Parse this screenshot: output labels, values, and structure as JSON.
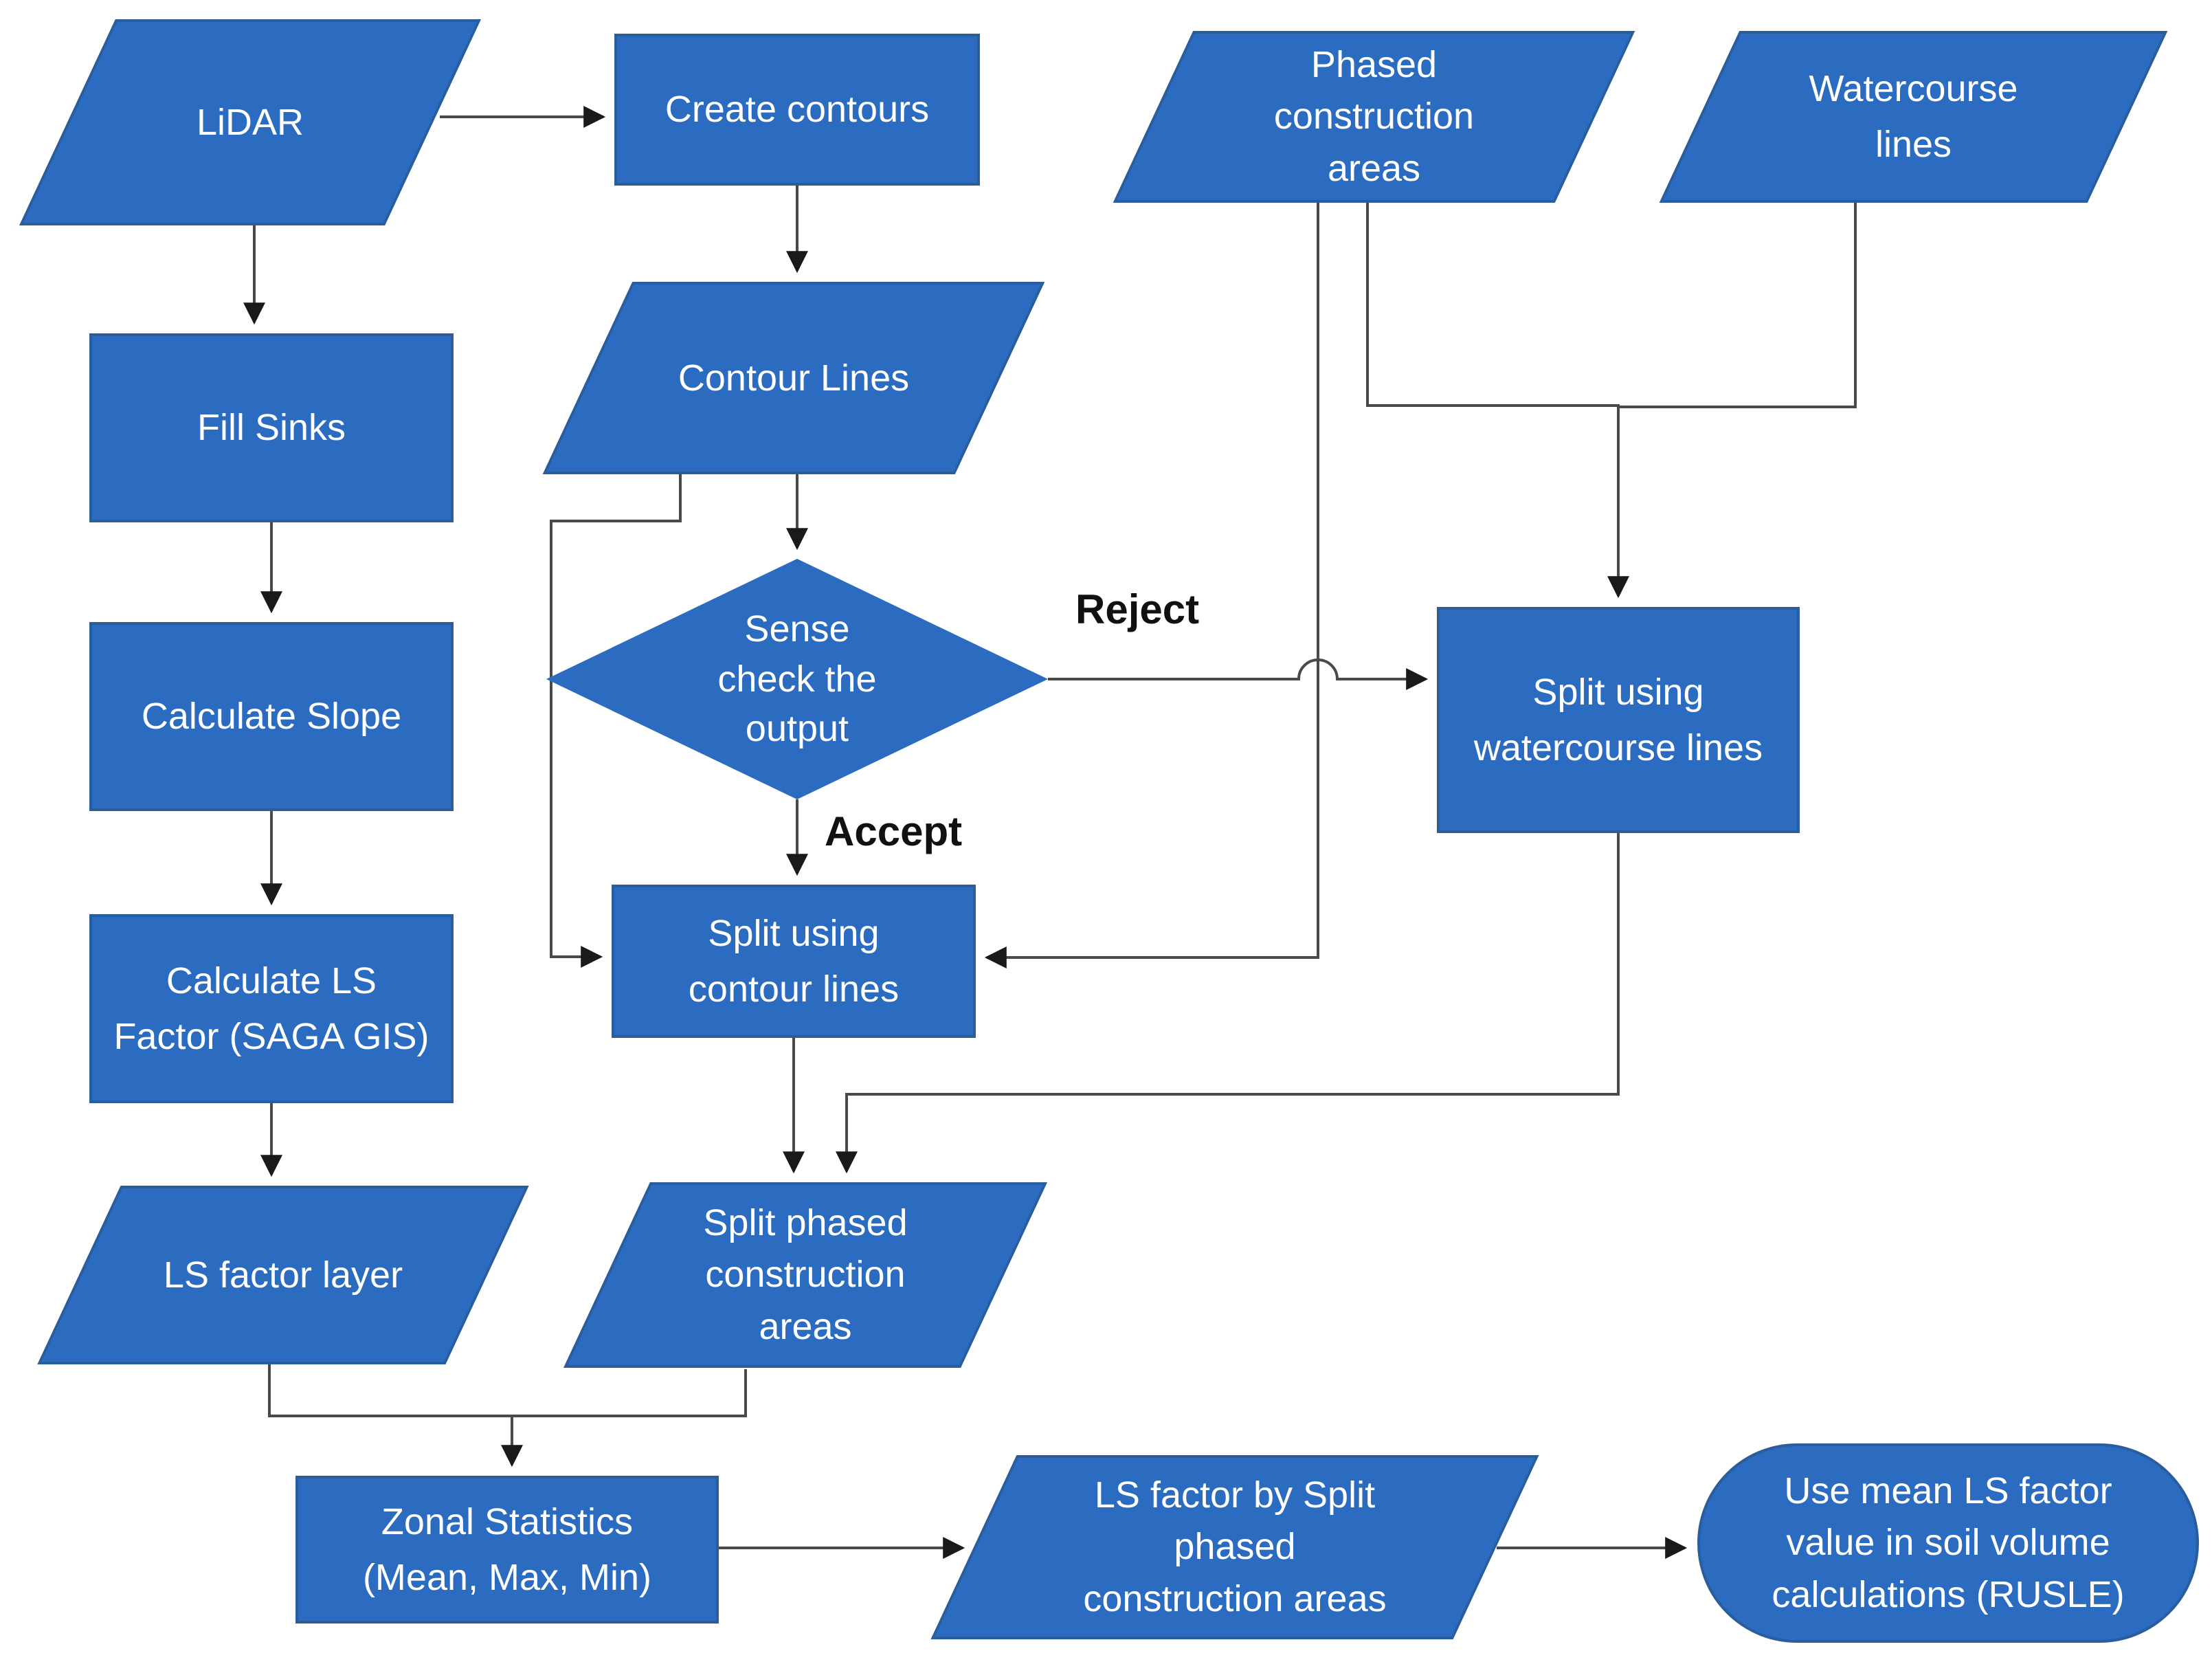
{
  "diagram": {
    "title": "LS factor GIS workflow flowchart",
    "colors": {
      "shape_fill": "#2b6bc0",
      "shape_border": "#2a5d9c",
      "shape_text": "#ffffff",
      "connector": "#4a4a4a",
      "edge_label_text": "#111111",
      "background": "#ffffff"
    },
    "nodes": {
      "lidar": {
        "shape": "parallelogram",
        "label": "LiDAR"
      },
      "create_contours": {
        "shape": "rectangle",
        "label": "Create contours"
      },
      "fill_sinks": {
        "shape": "rectangle",
        "label": "Fill Sinks"
      },
      "calculate_slope": {
        "shape": "rectangle",
        "label": "Calculate Slope"
      },
      "calculate_ls": {
        "shape": "rectangle",
        "label": "Calculate LS\nFactor (SAGA GIS)"
      },
      "ls_factor_layer": {
        "shape": "parallelogram",
        "label": "LS factor layer"
      },
      "contour_lines": {
        "shape": "parallelogram",
        "label": "Contour Lines"
      },
      "sense_check": {
        "shape": "diamond",
        "label": "Sense\ncheck the\noutput"
      },
      "phased_areas": {
        "shape": "parallelogram",
        "label": "Phased\nconstruction\nareas"
      },
      "watercourse": {
        "shape": "parallelogram",
        "label": "Watercourse\nlines"
      },
      "split_watercourse": {
        "shape": "rectangle",
        "label": "Split using\nwatercourse lines"
      },
      "split_contour": {
        "shape": "rectangle",
        "label": "Split using\ncontour lines"
      },
      "split_phased": {
        "shape": "parallelogram",
        "label": "Split phased\nconstruction\nareas"
      },
      "zonal_statistics": {
        "shape": "rectangle",
        "label": "Zonal Statistics\n(Mean, Max, Min)"
      },
      "ls_by_split": {
        "shape": "parallelogram",
        "label": "LS factor by Split\nphased\nconstruction areas"
      },
      "use_mean_rusle": {
        "shape": "stadium",
        "label": "Use mean LS factor\nvalue in soil volume\ncalculations (RUSLE)"
      }
    },
    "edge_labels": {
      "reject": "Reject",
      "accept": "Accept"
    }
  }
}
